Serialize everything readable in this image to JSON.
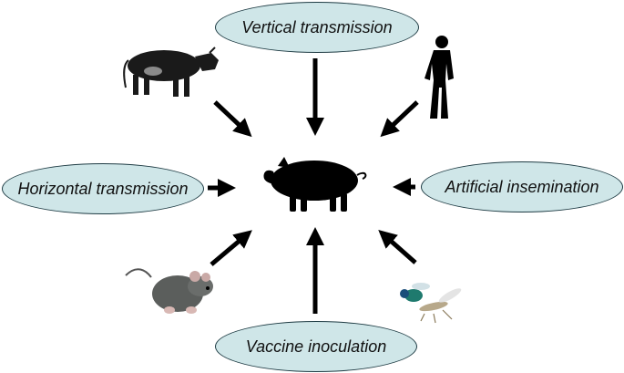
{
  "nodes": {
    "vertical": "Vertical transmission",
    "horizontal": "Horizontal transmission",
    "artificial_insemination": "Artificial insemination",
    "vaccine": "Vaccine inoculation"
  },
  "center_icon": "pig-icon",
  "source_icons": [
    "cow-icon",
    "human-icon",
    "rat-icon",
    "insect-icon"
  ],
  "colors": {
    "ellipse_fill": "#cfe6e8",
    "ellipse_stroke": "#1f3c44",
    "arrow": "#000000",
    "silhouette": "#000000"
  }
}
